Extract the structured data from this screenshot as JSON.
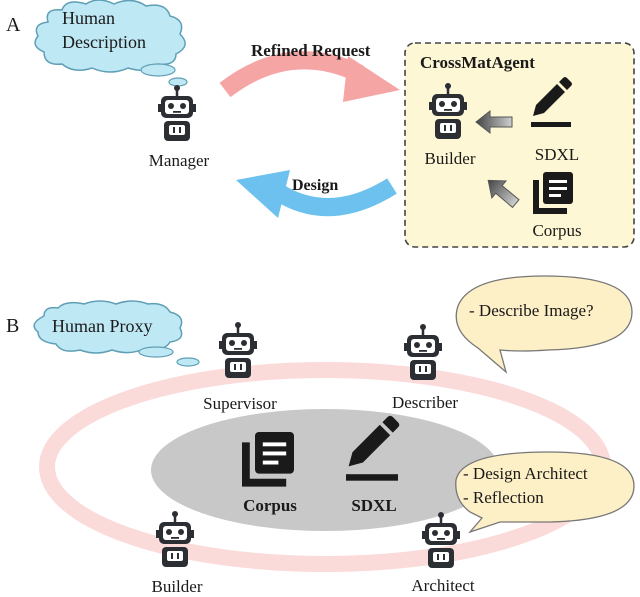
{
  "panel_a": {
    "letter": "A",
    "cloud_text": [
      "Human",
      "Description"
    ],
    "manager_label": "Manager",
    "refined_request_label": "Refined Request",
    "design_label": "Design",
    "box_title": "CrossMatAgent",
    "builder_label": "Builder",
    "sdxl_label": "SDXL",
    "corpus_label": "Corpus"
  },
  "panel_b": {
    "letter": "B",
    "cloud_text": "Human Proxy",
    "supervisor_label": "Supervisor",
    "describer_label": "Describer",
    "builder_label": "Builder",
    "architect_label": "Architect",
    "corpus_label": "Corpus",
    "sdxl_label": "SDXL",
    "bubble_describe": "- Describe Image?",
    "bubble_architect_lines": [
      "- Design Architect",
      "- Reflection"
    ]
  },
  "colors": {
    "cloud_fill": "#bfe8f5",
    "refined_arrow": "#f6a5a5",
    "design_arrow": "#6cc1ee",
    "box_fill": "#fdf7d5",
    "speech_fill": "#fdefc6",
    "ring": "#fbdada",
    "hub_fill": "#c8c8c8"
  },
  "icons": [
    "robot-icon",
    "pen-icon",
    "library-icon",
    "gray-arrow-icon",
    "cloud-icon",
    "speech-bubble-icon"
  ]
}
